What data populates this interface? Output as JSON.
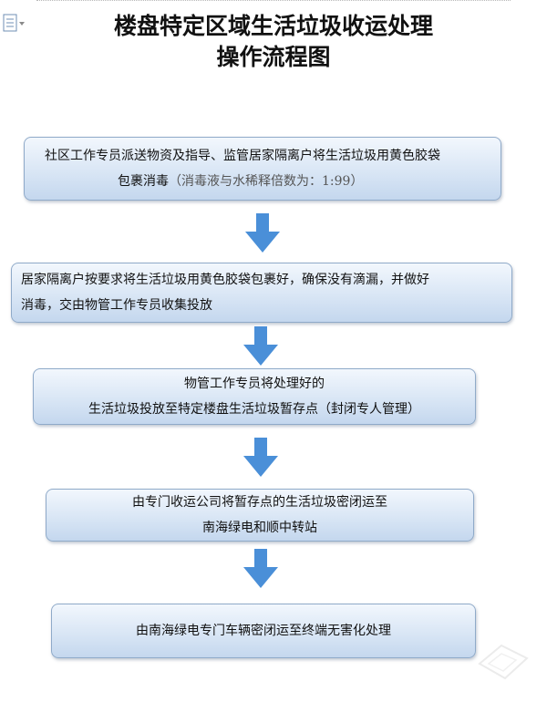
{
  "title": {
    "line1": "楼盘特定区域生活垃圾收运处理",
    "line2": "操作流程图"
  },
  "steps": [
    {
      "line1": "社区工作专员派送物资及指导、监管居家隔离户将生活垃圾用黄色胶袋",
      "line2": "包裹消毒",
      "line2_note": "（消毒液与水稀释倍数为：1:99）"
    },
    {
      "line1": "居家隔离户按要求将生活垃圾用黄色胶袋包裹好，确保没有滴漏，并做好",
      "line2": "消毒，交由物管工作专员收集投放"
    },
    {
      "line1": "物管工作专员将处理好的",
      "line2": "生活垃圾投放至特定楼盘生活垃圾暂存点（封闭专人管理）"
    },
    {
      "line1": "由专门收运公司将暂存点的生活垃圾密闭运至",
      "line2": "南海绿电和顺中转站"
    },
    {
      "line1": "由南海绿电专门车辆密闭运至终端无害化处理"
    }
  ],
  "colors": {
    "arrow": "#4a8fd8",
    "box_border": "#8faac9",
    "box_fill_top": "#f2f7fd",
    "box_fill_bottom": "#c4d7ee"
  },
  "icons": {
    "document": "document-icon",
    "arrow": "down-arrow-icon",
    "watermark": "watermark-logo"
  }
}
